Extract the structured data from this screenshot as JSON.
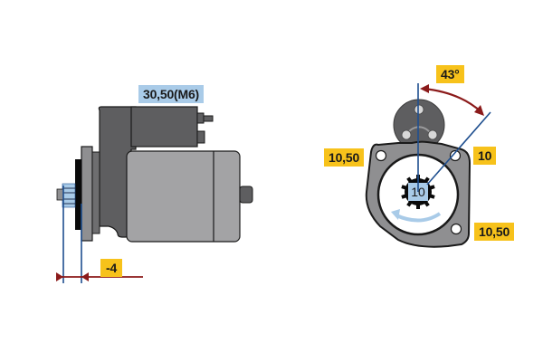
{
  "side_view": {
    "terminal_label": "30,50(M6)",
    "offset_label": "-4"
  },
  "front_view": {
    "angle_label": "43°",
    "left_hole_label": "10,50",
    "right_hole_label": "10",
    "bottom_hole_label": "10,50",
    "pinion_teeth_label": "10"
  },
  "colors": {
    "dimension_yellow": "#f7c21b",
    "terminal_blue": "#a9cbe8",
    "axis_line_blue": "#1f4f8f",
    "arrow_red": "#8b1a1a",
    "body_dark_gray": "#5e5e60",
    "body_light_gray": "#a3a3a5"
  }
}
